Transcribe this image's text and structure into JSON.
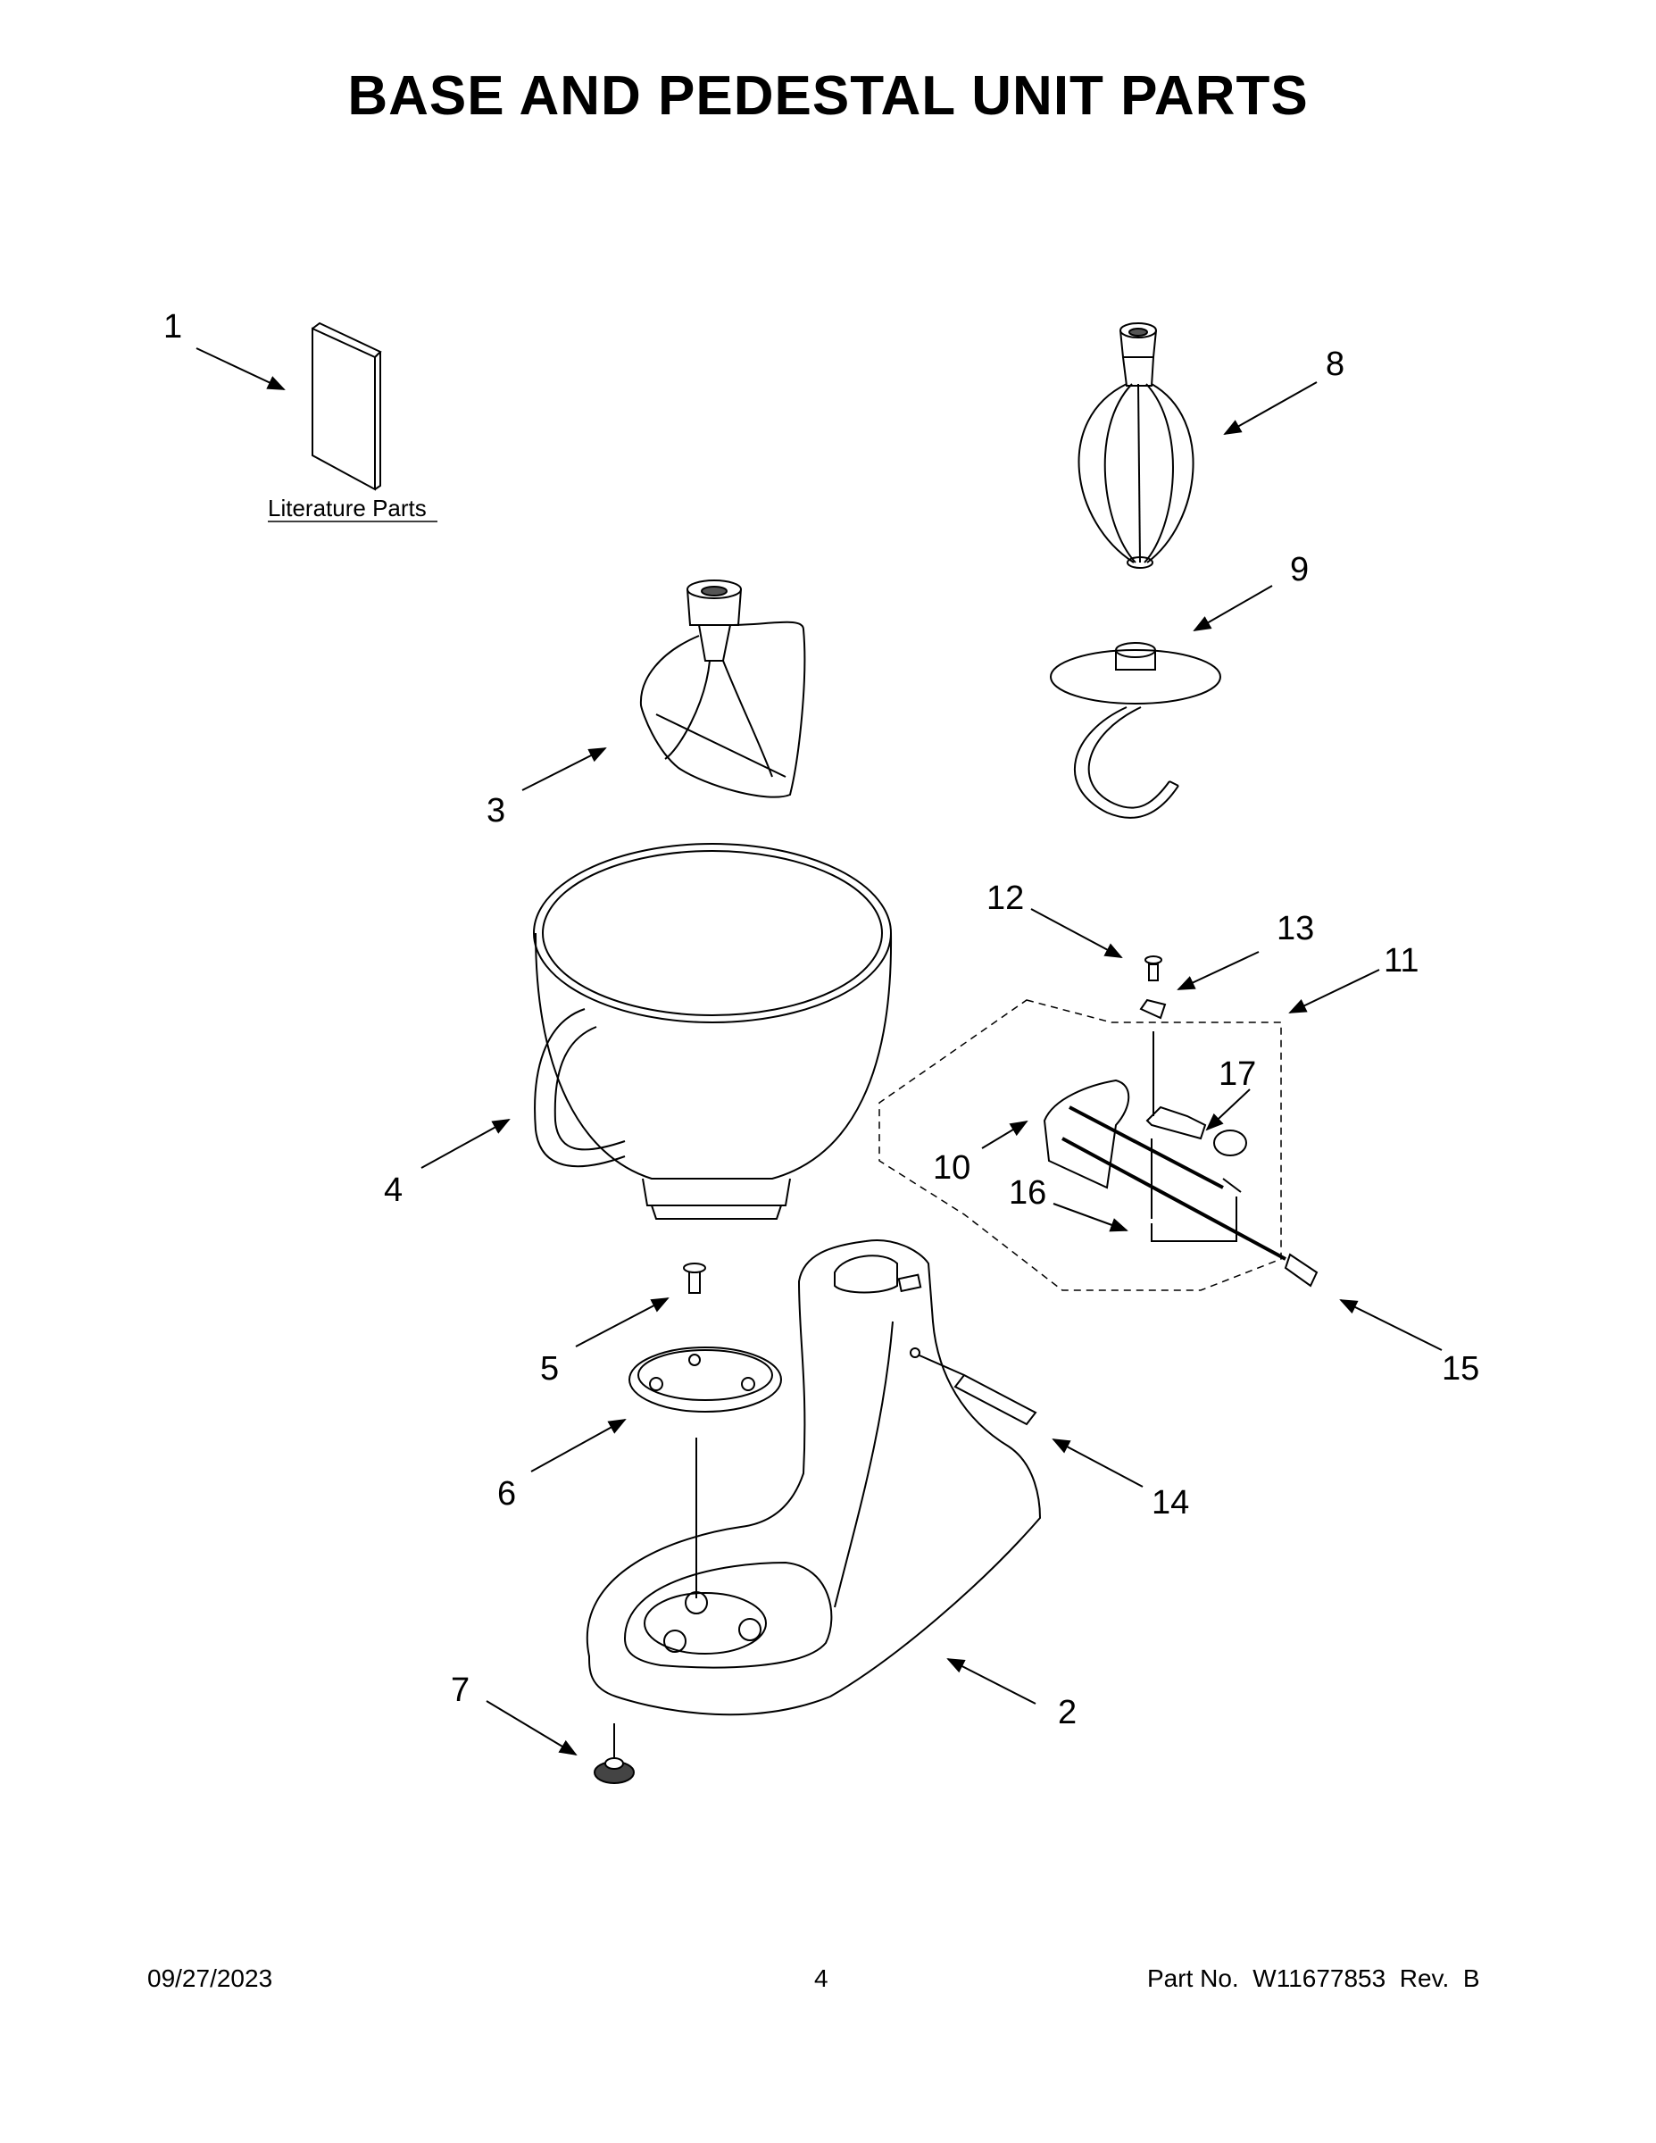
{
  "title": "BASE AND PEDESTAL UNIT PARTS",
  "literature_label": "Literature Parts",
  "callouts": [
    "1",
    "2",
    "3",
    "4",
    "5",
    "6",
    "7",
    "8",
    "9",
    "10",
    "11",
    "12",
    "13",
    "14",
    "15",
    "16",
    "17"
  ],
  "footer": {
    "date": "09/27/2023",
    "page": "4",
    "part_label": "Part No.",
    "part_number": "W11677853",
    "rev_label": "Rev.",
    "rev": "B"
  }
}
